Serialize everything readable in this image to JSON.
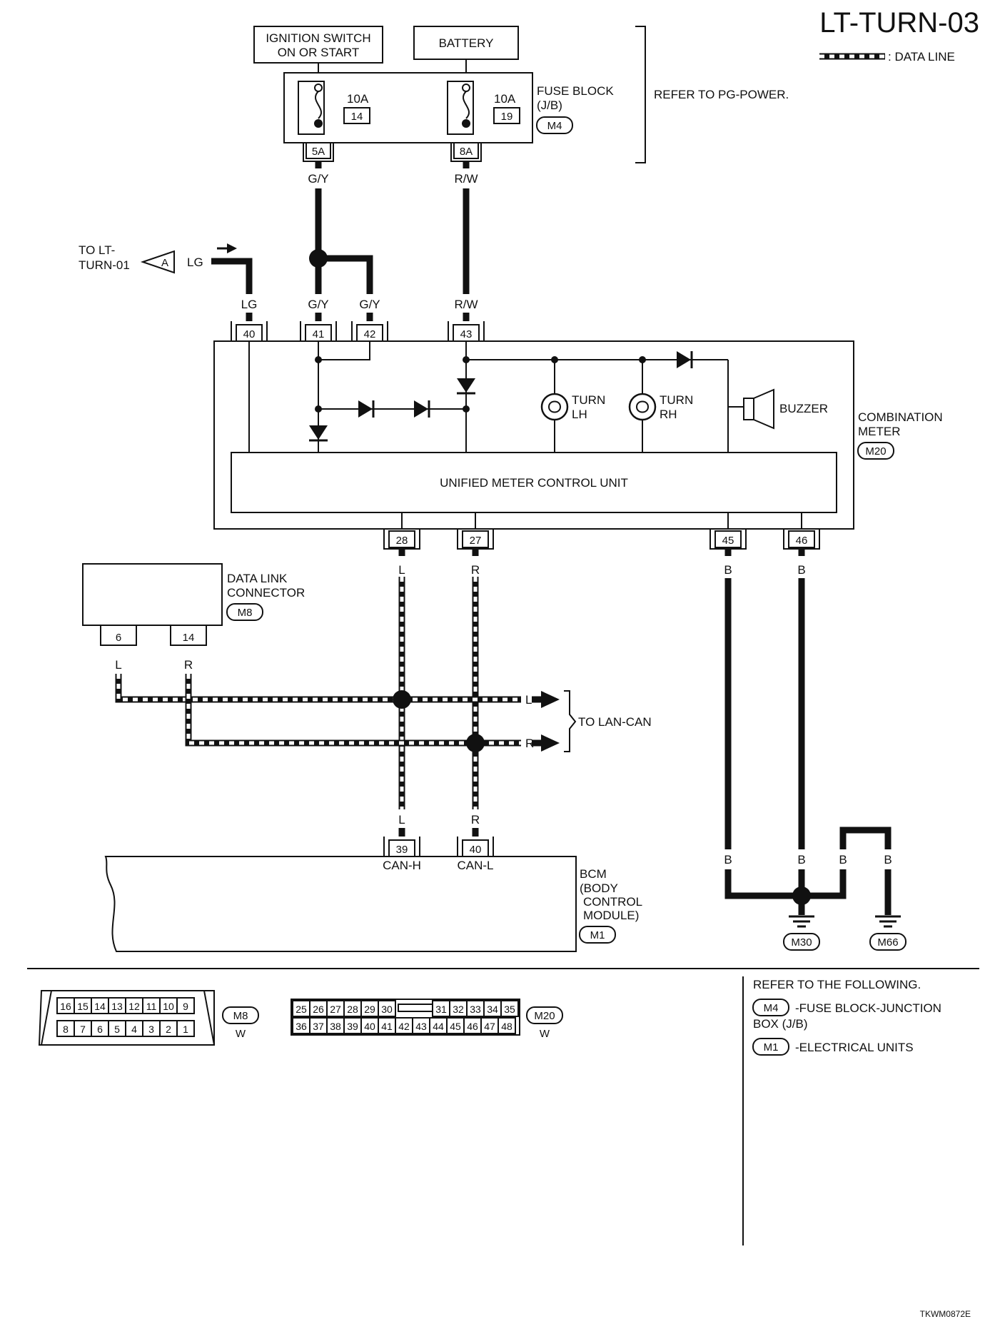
{
  "title": "LT-TURN-03",
  "legend": {
    "data_line": ": DATA LINE"
  },
  "power": {
    "ignition_switch": [
      "IGNITION SWITCH",
      "ON OR START"
    ],
    "battery": "BATTERY",
    "fuse_block": [
      "FUSE BLOCK",
      "(J/B)"
    ],
    "fuse_block_connector": "M4",
    "fuse_1": {
      "rating": "10A",
      "number": "14",
      "terminal": "5A"
    },
    "fuse_2": {
      "rating": "10A",
      "number": "19",
      "terminal": "8A"
    },
    "refer_power": "REFER TO PG-POWER."
  },
  "wires": {
    "gy": "G/Y",
    "rw": "R/W",
    "lg": "LG",
    "l": "L",
    "r": "R",
    "b": "B"
  },
  "offpage": {
    "to_lt_turn_01": [
      "TO LT-",
      "TURN-01"
    ],
    "marker": "A",
    "to_lan_can": "TO LAN-CAN"
  },
  "meter": {
    "name": [
      "COMBINATION",
      "METER"
    ],
    "connector": "M20",
    "pins_top": [
      "40",
      "41",
      "42",
      "43"
    ],
    "pins_bottom": [
      "28",
      "27",
      "45",
      "46"
    ],
    "turn_lh": [
      "TURN",
      "LH"
    ],
    "turn_rh": [
      "TURN",
      "RH"
    ],
    "buzzer": "BUZZER",
    "unified": "UNIFIED METER CONTROL UNIT"
  },
  "dlc": {
    "name": [
      "DATA LINK",
      "CONNECTOR"
    ],
    "connector": "M8",
    "pins": [
      "6",
      "14"
    ]
  },
  "bcm": {
    "name": [
      "BCM",
      "(BODY",
      "CONTROL",
      "MODULE)"
    ],
    "connector": "M1",
    "pins": [
      "39",
      "40"
    ],
    "pin_labels": [
      "CAN-H",
      "CAN-L"
    ]
  },
  "grounds": [
    "M30",
    "M66"
  ],
  "connectors_view": {
    "m8": {
      "top": [
        "16",
        "15",
        "14",
        "13",
        "12",
        "11",
        "10",
        "9"
      ],
      "bottom": [
        "8",
        "7",
        "6",
        "5",
        "4",
        "3",
        "2",
        "1"
      ],
      "id": "M8",
      "color": "W"
    },
    "m20": {
      "top_left": [
        "25",
        "26",
        "27",
        "28",
        "29",
        "30"
      ],
      "top_right": [
        "31",
        "32",
        "33",
        "34",
        "35"
      ],
      "bottom": [
        "36",
        "37",
        "38",
        "39",
        "40",
        "41",
        "42",
        "43",
        "44",
        "45",
        "46",
        "47",
        "48"
      ],
      "id": "M20",
      "color": "W"
    }
  },
  "refer": {
    "heading": "REFER TO THE FOLLOWING.",
    "items": [
      {
        "code": "M4",
        "text": [
          "-FUSE BLOCK-JUNCTION",
          "BOX (J/B)"
        ]
      },
      {
        "code": "M1",
        "text": [
          "-ELECTRICAL UNITS"
        ]
      }
    ]
  },
  "doc_code": "TKWM0872E"
}
